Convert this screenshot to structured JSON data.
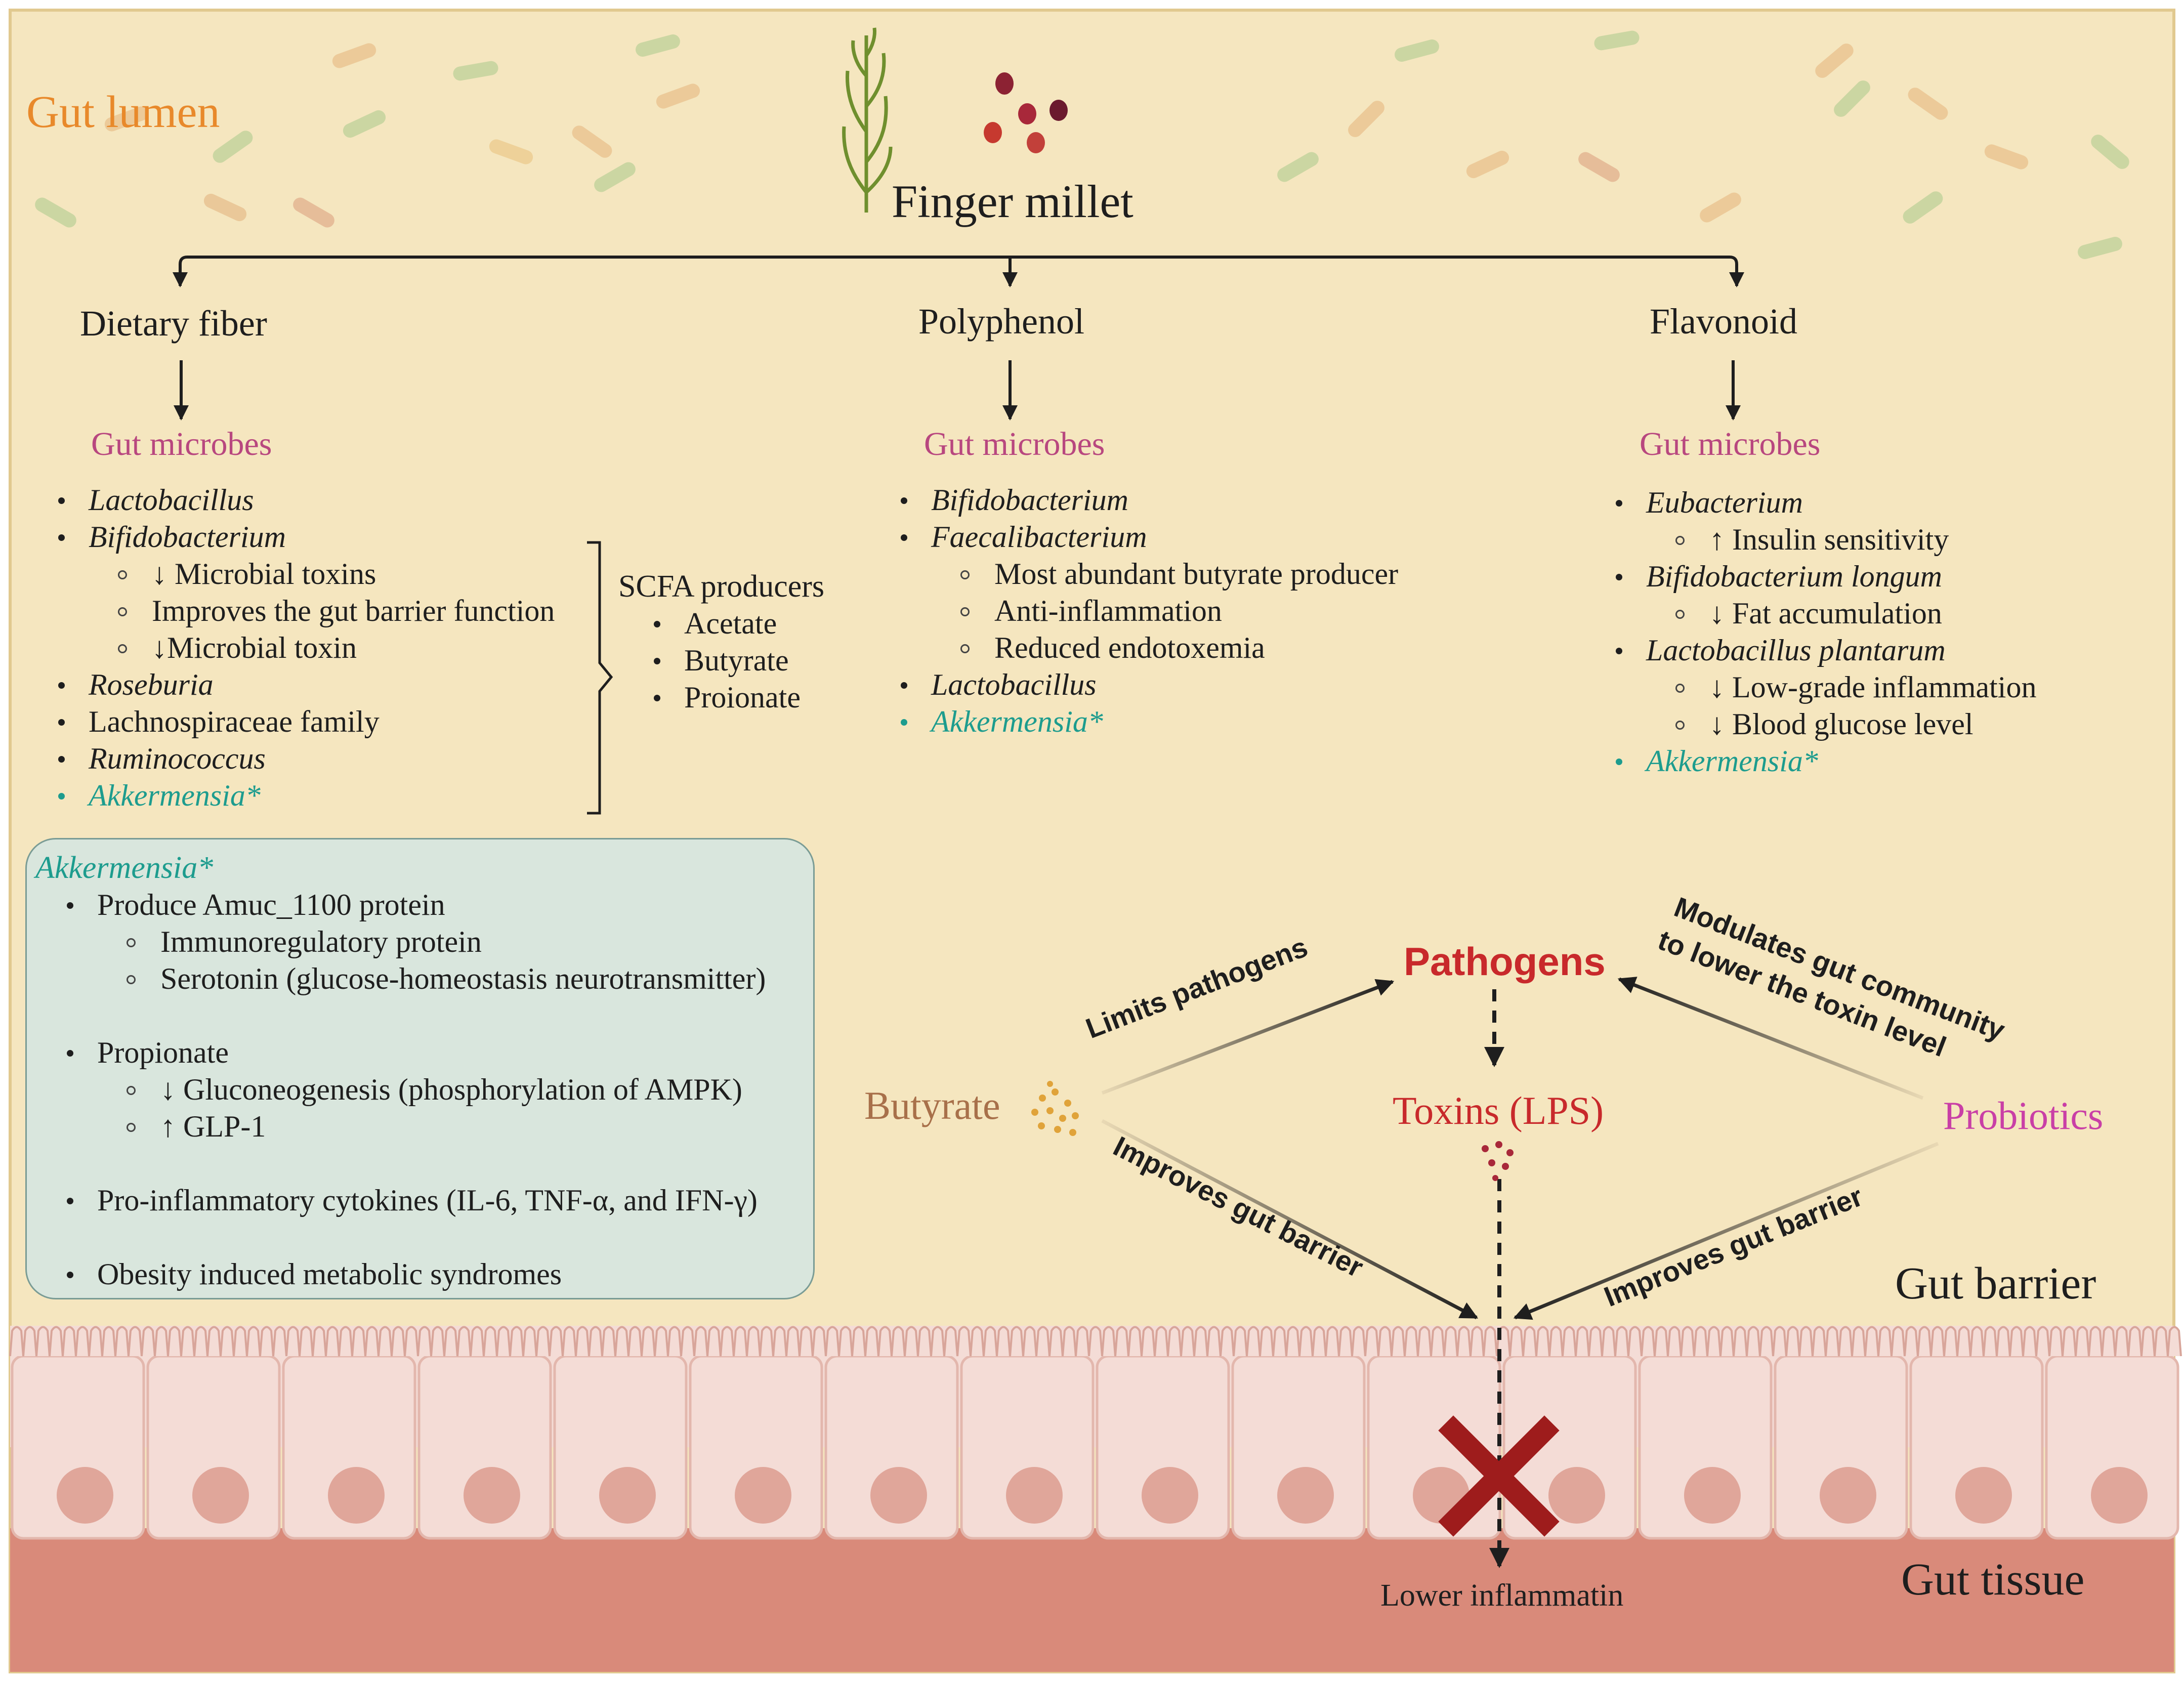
{
  "regions": {
    "lumen": "Gut lumen",
    "barrier": "Gut barrier",
    "tissue": "Gut tissue"
  },
  "title": "Finger millet",
  "branches": [
    {
      "name": "Dietary fiber",
      "heading": "Gut microbes",
      "items": [
        {
          "text": "Lactobacillus",
          "level": 1,
          "italic": true
        },
        {
          "text": "Bifidobacterium",
          "level": 1,
          "italic": true
        },
        {
          "text": "↓ Microbial toxins",
          "level": 2
        },
        {
          "text": "Improves the gut barrier function",
          "level": 2
        },
        {
          "text": "↓Microbial toxin",
          "level": 2
        },
        {
          "text": "Roseburia",
          "level": 1,
          "italic": true
        },
        {
          "text": "Lachnospiraceae family",
          "level": 1
        },
        {
          "text": "Ruminococcus",
          "level": 1,
          "italic": true
        },
        {
          "text": "Akkermensia*",
          "level": 1,
          "highlight": true
        }
      ]
    },
    {
      "name": "Polyphenol",
      "heading": "Gut microbes",
      "items": [
        {
          "text": "Bifidobacterium",
          "level": 1,
          "italic": true
        },
        {
          "text": "Faecalibacterium",
          "level": 1,
          "italic": true
        },
        {
          "text": "Most abundant butyrate producer",
          "level": 2
        },
        {
          "text": "Anti-inflammation",
          "level": 2
        },
        {
          "text": "Reduced endotoxemia",
          "level": 2
        },
        {
          "text": "Lactobacillus",
          "level": 1,
          "italic": true
        },
        {
          "text": "Akkermensia*",
          "level": 1,
          "highlight": true
        }
      ]
    },
    {
      "name": "Flavonoid",
      "heading": "Gut microbes",
      "items": [
        {
          "text": "Eubacterium",
          "level": 1,
          "italic": true
        },
        {
          "text": "↑ Insulin sensitivity",
          "level": 2
        },
        {
          "text": "Bifidobacterium longum",
          "level": 1,
          "italic": true
        },
        {
          "text": "↓ Fat accumulation",
          "level": 2
        },
        {
          "text": "Lactobacillus plantarum",
          "level": 1,
          "italic": true
        },
        {
          "text": "↓ Low-grade inflammation",
          "level": 2
        },
        {
          "text": "↓ Blood glucose level",
          "level": 2
        },
        {
          "text": "Akkermensia*",
          "level": 1,
          "highlight": true
        }
      ]
    }
  ],
  "scfa": {
    "title": "SCFA producers",
    "items": [
      "Acetate",
      "Butyrate",
      "Proionate"
    ]
  },
  "akkermensia_box": {
    "title": "Akkermensia*",
    "items": [
      {
        "text": "Produce Amuc_1100 protein",
        "level": 1
      },
      {
        "text": "Immunoregulatory protein",
        "level": 2
      },
      {
        "text": "Serotonin (glucose-homeostasis neurotransmitter)",
        "level": 2
      },
      {
        "text": "Propionate",
        "level": 1,
        "gap": true
      },
      {
        "text": "↓ Gluconeogenesis (phosphorylation of AMPK)",
        "level": 2
      },
      {
        "text": "↑ GLP-1",
        "level": 2
      },
      {
        "text": "Pro-inflammatory cytokines (IL-6, TNF-α, and IFN-γ)",
        "level": 1,
        "gap": true
      },
      {
        "text": "Obesity induced metabolic syndromes",
        "level": 1,
        "gap": true
      }
    ]
  },
  "mechanism": {
    "pathogens": "Pathogens",
    "toxins": "Toxins (LPS)",
    "butyrate": "Butyrate",
    "probiotics": "Probiotics",
    "limits": "Limits pathogens",
    "modulates_line1": "Modulates gut community",
    "modulates_line2": "to lower the toxin level",
    "improves_left": "Improves gut barrier",
    "improves_right": "Improves gut barrier",
    "outcome": "Lower inflammatin"
  },
  "colors": {
    "lumen_bg": "#f5e6bf",
    "tissue": "#d98a7a",
    "cells": "#f4dcd6",
    "nucleus": "#e0a69a",
    "accent_orange": "#e8892b",
    "microbe_pink": "#b8477f",
    "akk_teal": "#1d9c8e",
    "pathogen_red": "#c8292b",
    "butyrate_brown": "#a8704a",
    "probiotic_magenta": "#c93fa6",
    "cross": "#9e1c1c"
  }
}
